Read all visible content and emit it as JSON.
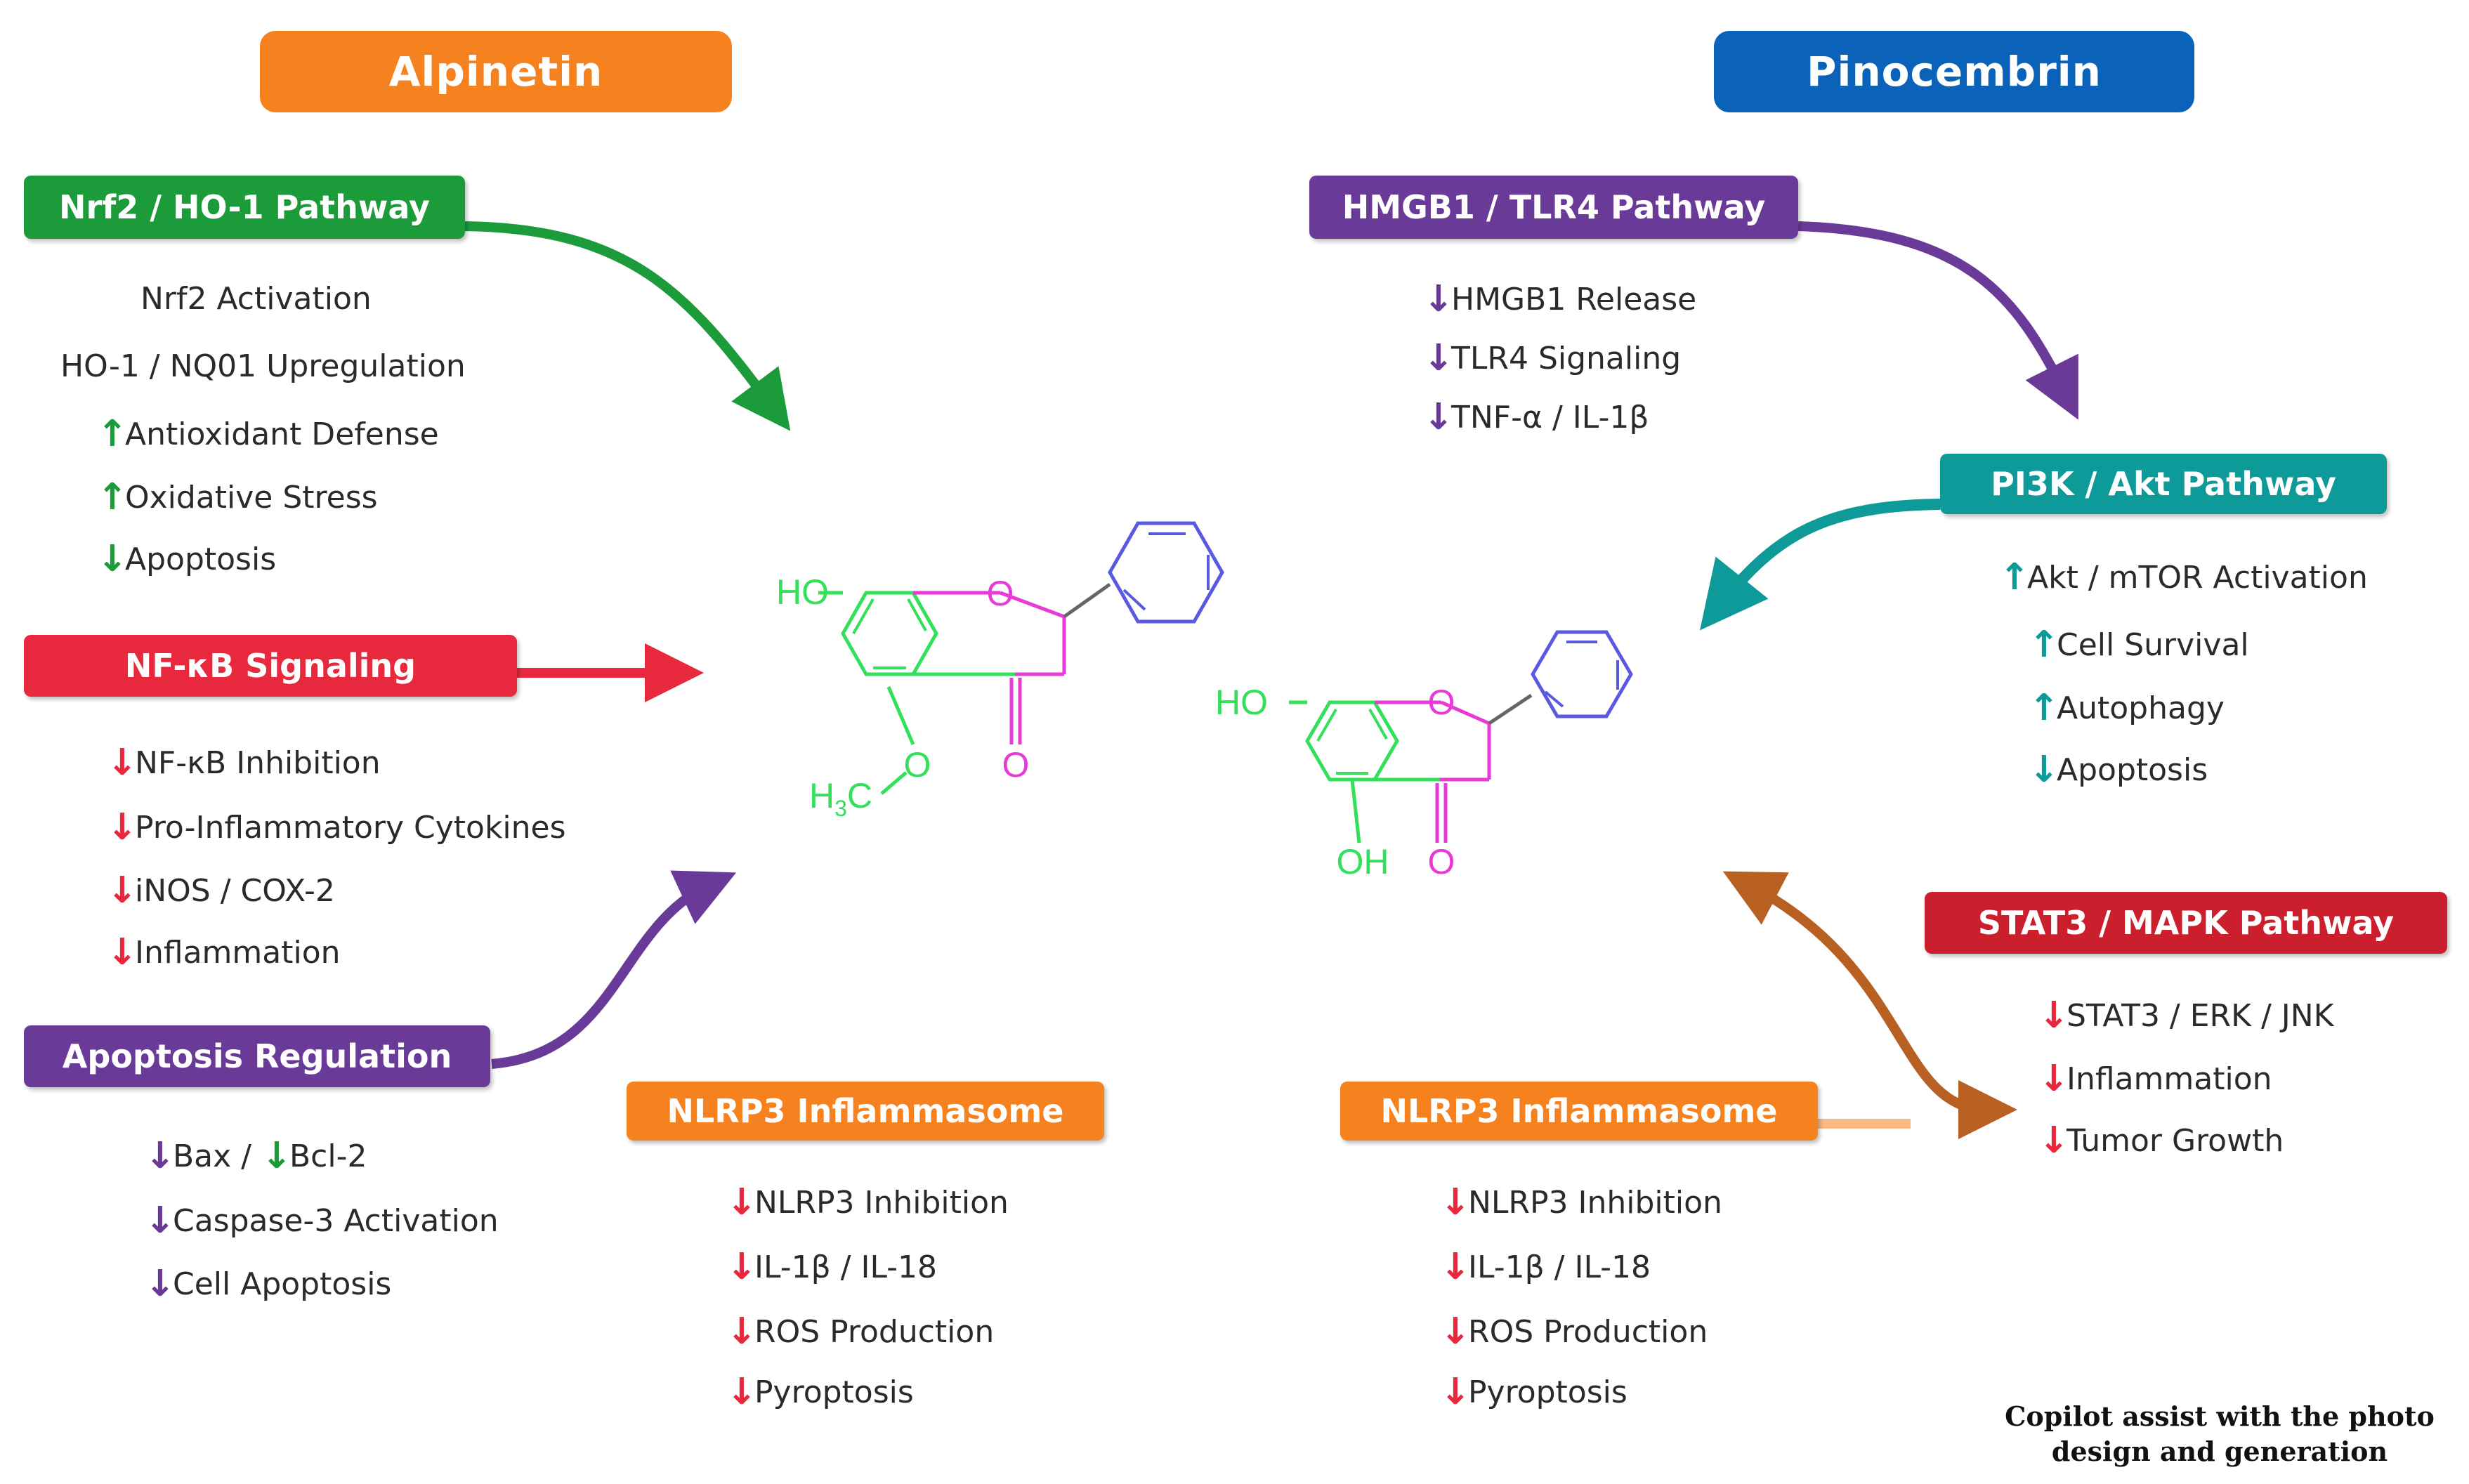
{
  "colors": {
    "green": "#1b9b3a",
    "red": "#e8283c",
    "purple": "#6a3a98",
    "orange": "#f5821f",
    "blue": "#0a63b9",
    "teal": "#0f9a9a",
    "crimson": "#cc1f2e",
    "brown": "#b85f22",
    "mol_green": "#33e05a",
    "mol_magenta": "#e83ad6",
    "mol_blue": "#5a5ae0"
  },
  "titles": {
    "left": "Alpinetin",
    "right": "Pinocembrin"
  },
  "left": {
    "nrf2": {
      "header": "Nrf2 / HO-1 Pathway",
      "items": [
        {
          "arrow": "",
          "text": "Nrf2 Activation"
        },
        {
          "arrow": "",
          "text": "HO-1 / NQ01 Upregulation"
        },
        {
          "arrow": "up",
          "text": "Antioxidant Defense"
        },
        {
          "arrow": "up",
          "text": "Oxidative Stress"
        },
        {
          "arrow": "down",
          "text": "Apoptosis"
        }
      ]
    },
    "nfkb": {
      "header": "NF-κB Signaling",
      "items": [
        {
          "arrow": "down",
          "text": "NF-κB Inhibition"
        },
        {
          "arrow": "down",
          "text": "Pro-Inflammatory Cytokines"
        },
        {
          "arrow": "down",
          "text": "iNOS / COX-2"
        },
        {
          "arrow": "down",
          "text": "Inflammation"
        }
      ]
    },
    "apoptosis": {
      "header": "Apoptosis Regulation",
      "items": [
        {
          "arrow": "down",
          "text": "Bax /",
          "arrow2": "down",
          "text2": "Bcl-2"
        },
        {
          "arrow": "down",
          "text": "Caspase-3 Activation"
        },
        {
          "arrow": "down",
          "text": "Cell Apoptosis"
        }
      ]
    },
    "nlrp3": {
      "header": "NLRP3 Inflammasome",
      "items": [
        {
          "arrow": "down",
          "text": "NLRP3 Inhibition"
        },
        {
          "arrow": "down",
          "text": "IL-1β / IL-18"
        },
        {
          "arrow": "down",
          "text": "ROS Production"
        },
        {
          "arrow": "down",
          "text": "Pyroptosis"
        }
      ]
    }
  },
  "right": {
    "hmgb1": {
      "header": "HMGB1 / TLR4 Pathway",
      "items": [
        {
          "arrow": "down",
          "text": "HMGB1 Release"
        },
        {
          "arrow": "down",
          "text": "TLR4 Signaling"
        },
        {
          "arrow": "down",
          "text": "TNF-α / IL-1β"
        }
      ]
    },
    "pi3k": {
      "header": "PI3K / Akt Pathway",
      "items": [
        {
          "arrow": "up",
          "text": "Akt / mTOR Activation"
        },
        {
          "arrow": "up",
          "text": "Cell Survival"
        },
        {
          "arrow": "up",
          "text": "Autophagy"
        },
        {
          "arrow": "down",
          "text": "Apoptosis"
        }
      ]
    },
    "stat3": {
      "header": "STAT3 / MAPK Pathway",
      "items": [
        {
          "arrow": "down",
          "text": "STAT3 / ERK / JNK"
        },
        {
          "arrow": "down",
          "text": "Inflammation"
        },
        {
          "arrow": "down",
          "text": "Tumor Growth"
        }
      ]
    },
    "nlrp3": {
      "header": "NLRP3 Inflammasome",
      "items": [
        {
          "arrow": "down",
          "text": "NLRP3 Inhibition"
        },
        {
          "arrow": "down",
          "text": "IL-1β / IL-18"
        },
        {
          "arrow": "down",
          "text": "ROS Production"
        },
        {
          "arrow": "down",
          "text": "Pyroptosis"
        }
      ]
    }
  },
  "molecules": {
    "alpinetin": {
      "ho": "HO",
      "o_ring": "O",
      "o_keto": "O",
      "o_methoxy": "O",
      "methyl_h": "H",
      "methyl_sub": "3",
      "methyl_c": "C"
    },
    "pinocembrin": {
      "ho": "HO",
      "o_ring": "O",
      "o_keto": "O",
      "oh": "OH"
    }
  },
  "credit": {
    "line1": "Copilot assist with the photo",
    "line2": "design and generation"
  }
}
